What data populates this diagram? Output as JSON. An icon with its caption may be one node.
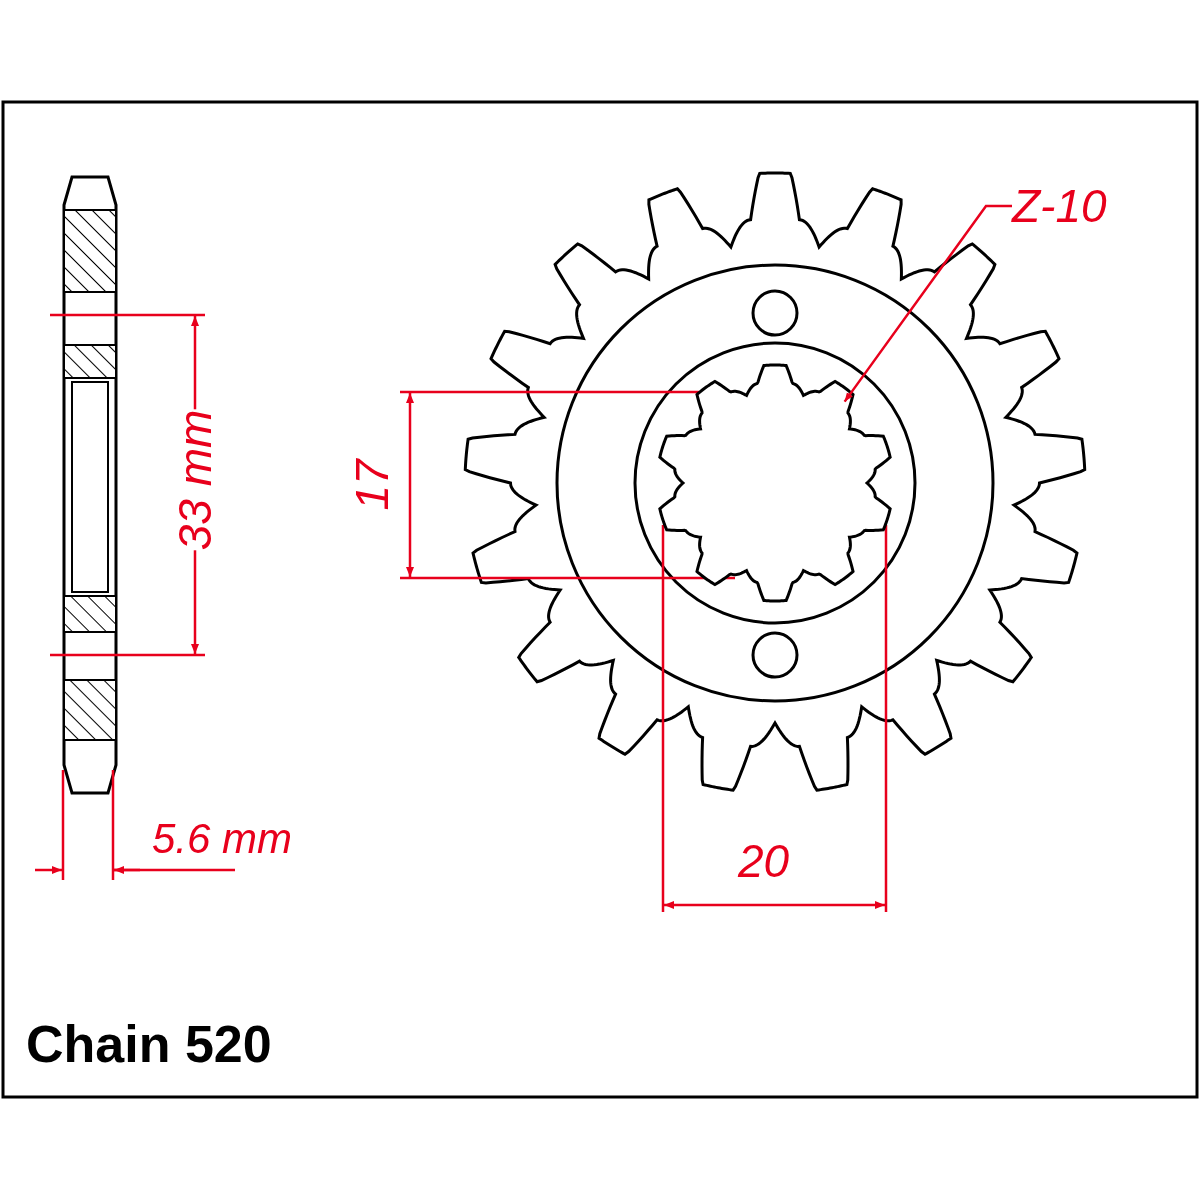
{
  "diagram": {
    "nodes": [
      {
        "text": [
          "Z-10"
        ]
      },
      {
        "text": [],
        "shape": "gear"
      }
    ],
    "edges": [
      {
        "from": 0,
        "to": 1,
        "arrow": "to"
      }
    ],
    "labels": [
      "33 mm",
      "17",
      "5.6 mm",
      "20",
      "Chain 520"
    ]
  }
}
